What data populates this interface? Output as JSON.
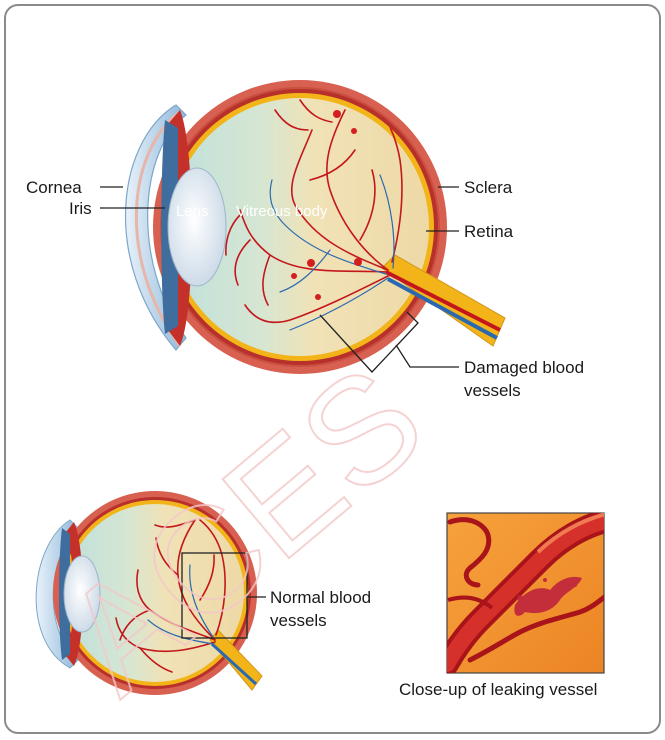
{
  "colors": {
    "sclera": "#d86050",
    "choroid": "#c4302a",
    "vitreous": "#efe0b4",
    "retina_rim": "#f2b419",
    "vessel_red": "#c4171b",
    "vessel_blue": "#2a69b0",
    "lens": "#e6eef6",
    "cornea": "#a9cbe6",
    "closeup_bg": "#f3932a"
  },
  "top_eye": {
    "labels": {
      "cornea": "Cornea",
      "iris": "Iris",
      "lens": "Lens",
      "vitreous": "Vitreous body",
      "sclera": "Sclera",
      "retina": "Retina",
      "damaged_line1": "Damaged blood",
      "damaged_line2": "vessels"
    }
  },
  "bottom_eye": {
    "labels": {
      "normal_line1": "Normal blood",
      "normal_line2": "vessels"
    }
  },
  "closeup": {
    "caption": "Close-up of leaking vessel"
  },
  "watermark": "ACES"
}
